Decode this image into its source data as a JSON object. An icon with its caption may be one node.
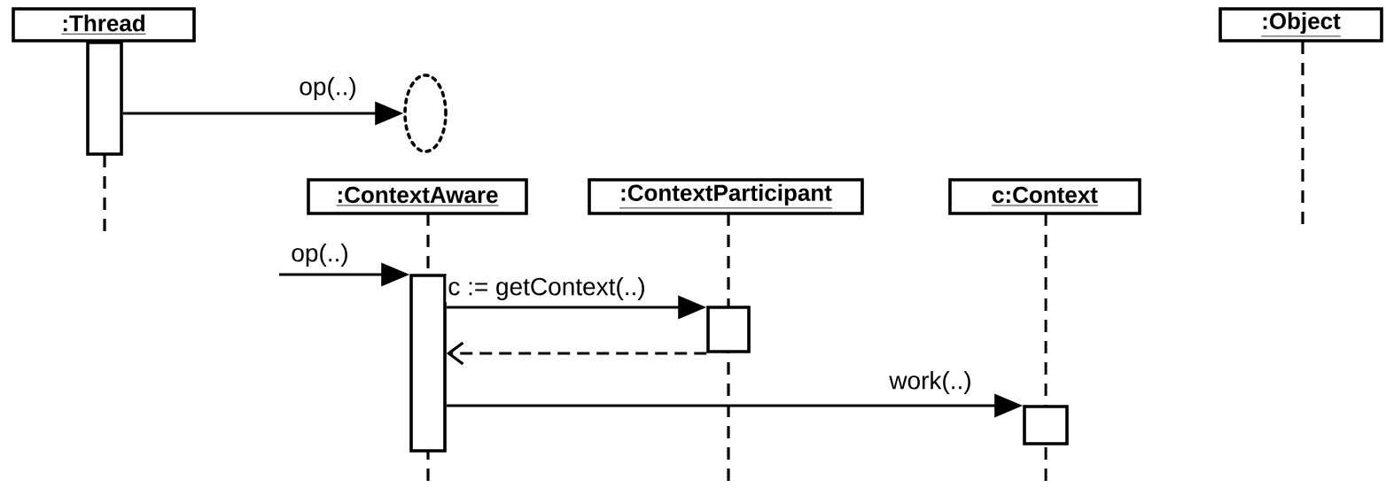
{
  "diagram": {
    "nodes": [
      {
        "text": [
          ":Thread"
        ]
      },
      {
        "text": [
          ":Object"
        ]
      },
      {
        "text": [],
        "shape": "bar"
      },
      {
        "text": [],
        "shape": "circle"
      },
      {
        "text": [
          ":ContextAware"
        ]
      },
      {
        "text": [
          ":ContextParticipant"
        ]
      },
      {
        "text": [
          "c:Context"
        ]
      },
      {
        "text": [],
        "shape": "bar"
      },
      {
        "text": [],
        "shape": "bar"
      },
      {
        "text": [],
        "shape": "bar"
      }
    ],
    "edges": [
      {
        "from": 2,
        "to": 3,
        "arrow": "to",
        "label": "op(..)"
      },
      {
        "from": null,
        "to": 7,
        "arrow": "to",
        "label": "op(..)"
      },
      {
        "from": 7,
        "to": 8,
        "arrow": "to",
        "label": "c := getContext(..)"
      },
      {
        "from": 8,
        "to": 7,
        "arrow": "to",
        "style": "dashed"
      },
      {
        "from": 7,
        "to": 9,
        "arrow": "to",
        "label": "work(..)"
      }
    ]
  }
}
